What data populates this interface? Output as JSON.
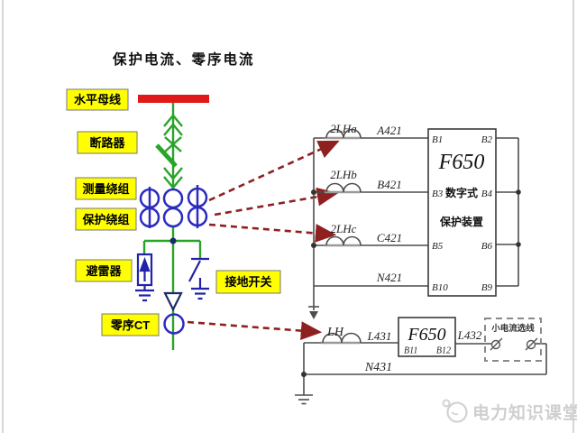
{
  "title": "保护电流、零序电流",
  "left": {
    "busbar": "水平母线",
    "breaker": "断路器",
    "measure": "测量绕组",
    "protect": "保护绕组",
    "arrester": "避雷器",
    "ground_switch": "接地开关",
    "zero_ct": "零序CT"
  },
  "phases": {
    "coil_a": "2LHa",
    "coil_b": "2LHb",
    "coil_c": "2LHc",
    "wire_a": "A421",
    "wire_b": "B421",
    "wire_c": "C421",
    "wire_n": "N421"
  },
  "relay": {
    "model": "F650",
    "desc1": "数字式",
    "desc2": "保护装置",
    "t_b1": "B1",
    "t_b2": "B2",
    "t_b3": "B3",
    "t_b4": "B4",
    "t_b5": "B5",
    "t_b6": "B6",
    "t_b10": "B10",
    "t_b9": "B9"
  },
  "zero": {
    "coil": "LH",
    "wire_l": "L431",
    "wire_l2": "L432",
    "wire_n": "N431",
    "relay_model": "F650",
    "t_b11": "B11",
    "t_b12": "B12",
    "selection": "小电流选线"
  },
  "watermark": "电力知识课堂",
  "colors": {
    "busbar_red": "#e01818",
    "line_green": "#28a428",
    "ct_blue": "#2b2bc0",
    "label_yellow": "#ffff00",
    "arrow_red": "#8e2020",
    "wire_gray": "#4d4d4d",
    "watermark_gray": "#cfcfcf"
  }
}
